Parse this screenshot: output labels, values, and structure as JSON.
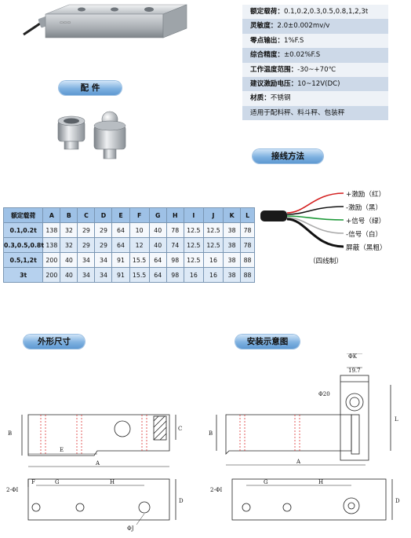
{
  "spec_list": [
    {
      "key": "额定载荷：",
      "value": "0.1,0.2,0.3,0.5,0.8,1,2,3t"
    },
    {
      "key": "灵敏度：",
      "value": "2.0±0.002mv/v"
    },
    {
      "key": "零点输出：",
      "value": "1%F.S"
    },
    {
      "key": "综合精度：",
      "value": "±0.02%F.S"
    },
    {
      "key": "工作温度范围：",
      "value": "-30~+70℃"
    },
    {
      "key": "建议激励电压：",
      "value": "10~12V(DC)"
    },
    {
      "key": "材质：",
      "value": "不锈钢"
    },
    {
      "key": "",
      "value": "适用于配料秤、料斗秤、包装秤"
    }
  ],
  "headings": {
    "accessories": "配 件",
    "wiring": "接线方法",
    "outline": "外形尺寸",
    "install": "安装示意图"
  },
  "dimension_table": {
    "columns": [
      "额定载荷",
      "A",
      "B",
      "C",
      "D",
      "E",
      "F",
      "G",
      "H",
      "I",
      "J",
      "K",
      "L"
    ],
    "rows": [
      [
        "0.1,0.2t",
        "138",
        "32",
        "29",
        "29",
        "64",
        "10",
        "40",
        "78",
        "12.5",
        "12.5",
        "38",
        "78"
      ],
      [
        "0.3,0.5,0.8t",
        "138",
        "32",
        "29",
        "29",
        "64",
        "12",
        "40",
        "74",
        "12.5",
        "12.5",
        "38",
        "78"
      ],
      [
        "0.5,1,2t",
        "200",
        "40",
        "34",
        "34",
        "91",
        "15.5",
        "64",
        "98",
        "12.5",
        "16",
        "38",
        "88"
      ],
      [
        "3t",
        "200",
        "40",
        "34",
        "34",
        "91",
        "15.5",
        "64",
        "98",
        "16",
        "16",
        "38",
        "88"
      ]
    ]
  },
  "wiring": {
    "wires": [
      {
        "label": "+激励（红）",
        "color": "#d42020"
      },
      {
        "label": "-激励（黑）",
        "color": "#111111"
      },
      {
        "label": "+信号（绿）",
        "color": "#1f9a3a"
      },
      {
        "label": "-信号（白）",
        "color": "#cccccc"
      },
      {
        "label": "屏蔽（黑粗）",
        "color": "#111111"
      }
    ],
    "caption": "（四线制）"
  },
  "outline_labels": {
    "a": "A",
    "b": "B",
    "c": "C",
    "d": "D",
    "e": "E",
    "f": "F",
    "g": "G",
    "h": "H",
    "holes": "2-ΦI",
    "phi_j": "ΦJ"
  },
  "install_labels": {
    "phi_k": "ΦK",
    "w19": "19.7",
    "phi20": "Φ20",
    "l": "L",
    "b": "B",
    "a": "A",
    "g": "G",
    "h": "H",
    "d": "D",
    "holes": "2-ΦI"
  },
  "colors": {
    "accent_blue": "#6aa3d8",
    "table_header": "#9ec1e6",
    "metal": "#c9cdd2"
  }
}
